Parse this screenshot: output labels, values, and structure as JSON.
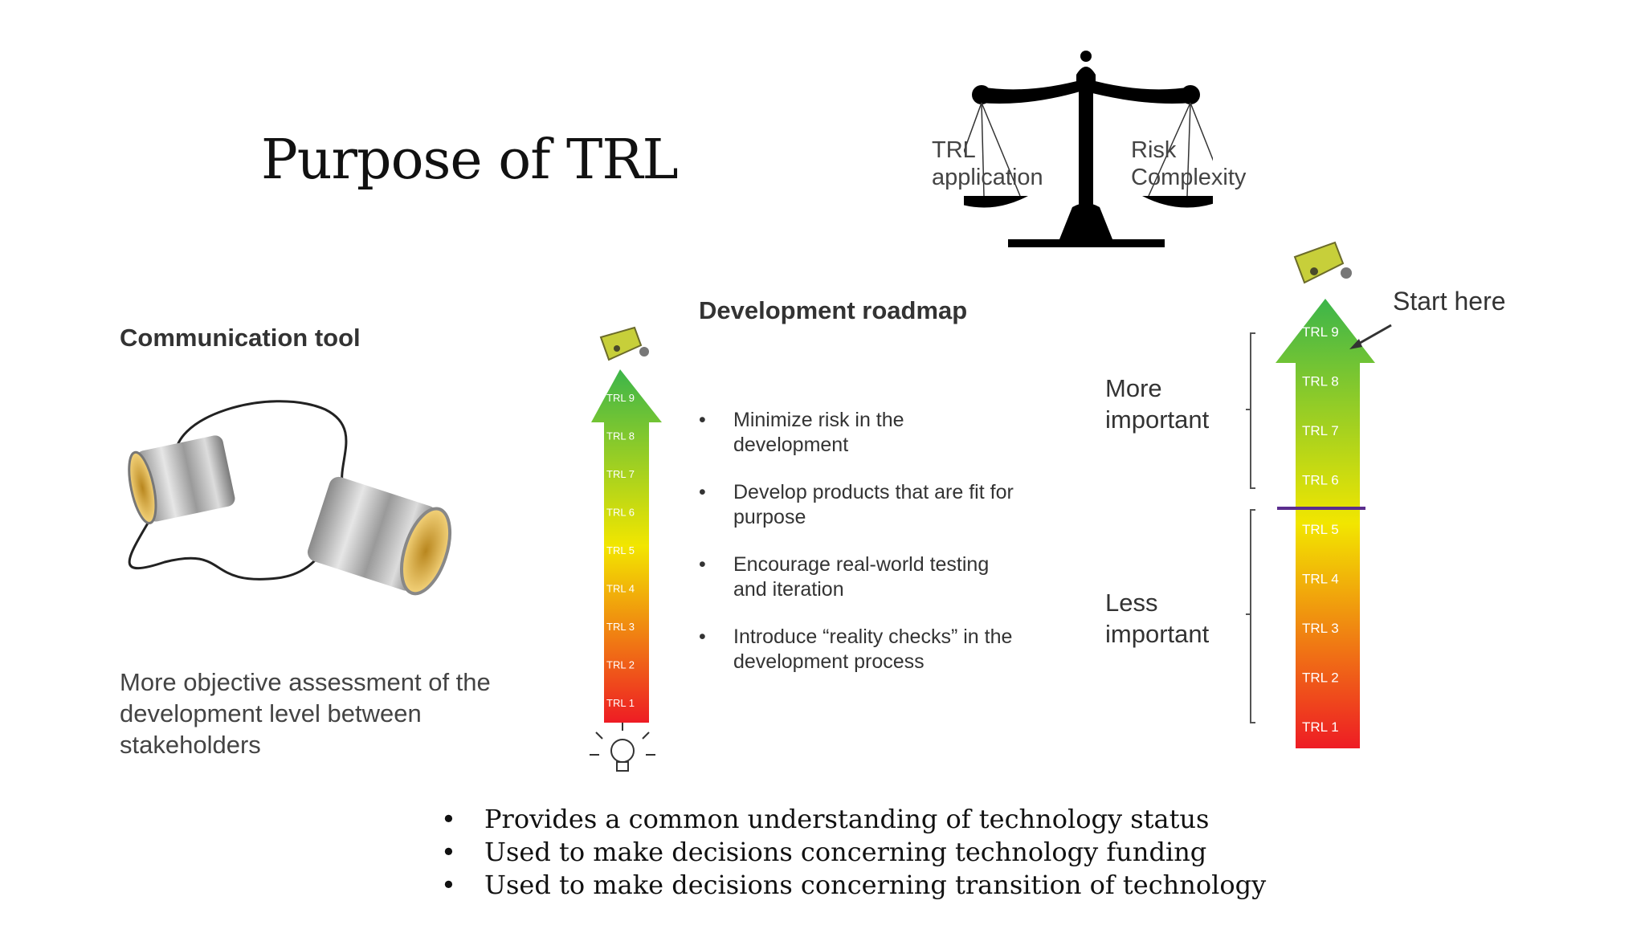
{
  "title": "Purpose of TRL",
  "scale": {
    "left_label": "TRL\napplication",
    "right_label": "Risk\nComplexity"
  },
  "communication": {
    "title": "Communication tool",
    "description": "More objective assessment of the development level between stakeholders"
  },
  "roadmap": {
    "title": "Development roadmap",
    "bullets": [
      "Minimize risk in the development",
      "Develop products that are fit for purpose",
      "Encourage real-world testing and iteration",
      "Introduce “reality checks” in the development process"
    ]
  },
  "trl_levels": [
    "TRL 9",
    "TRL 8",
    "TRL 7",
    "TRL 6",
    "TRL 5",
    "TRL 4",
    "TRL 3",
    "TRL 2",
    "TRL 1"
  ],
  "importance": {
    "more": "More\nimportant",
    "less": "Less\nimportant",
    "start": "Start here"
  },
  "bottom_bullets": [
    "Provides a common understanding of technology status",
    "Used to make decisions concerning technology funding",
    "Used to make decisions concerning transition of technology"
  ],
  "colors": {
    "arrow_top": "#3cb54a",
    "arrow_mid": "#f2e600",
    "arrow_bottom": "#ee1c24",
    "divider": "#5b2d8e"
  }
}
